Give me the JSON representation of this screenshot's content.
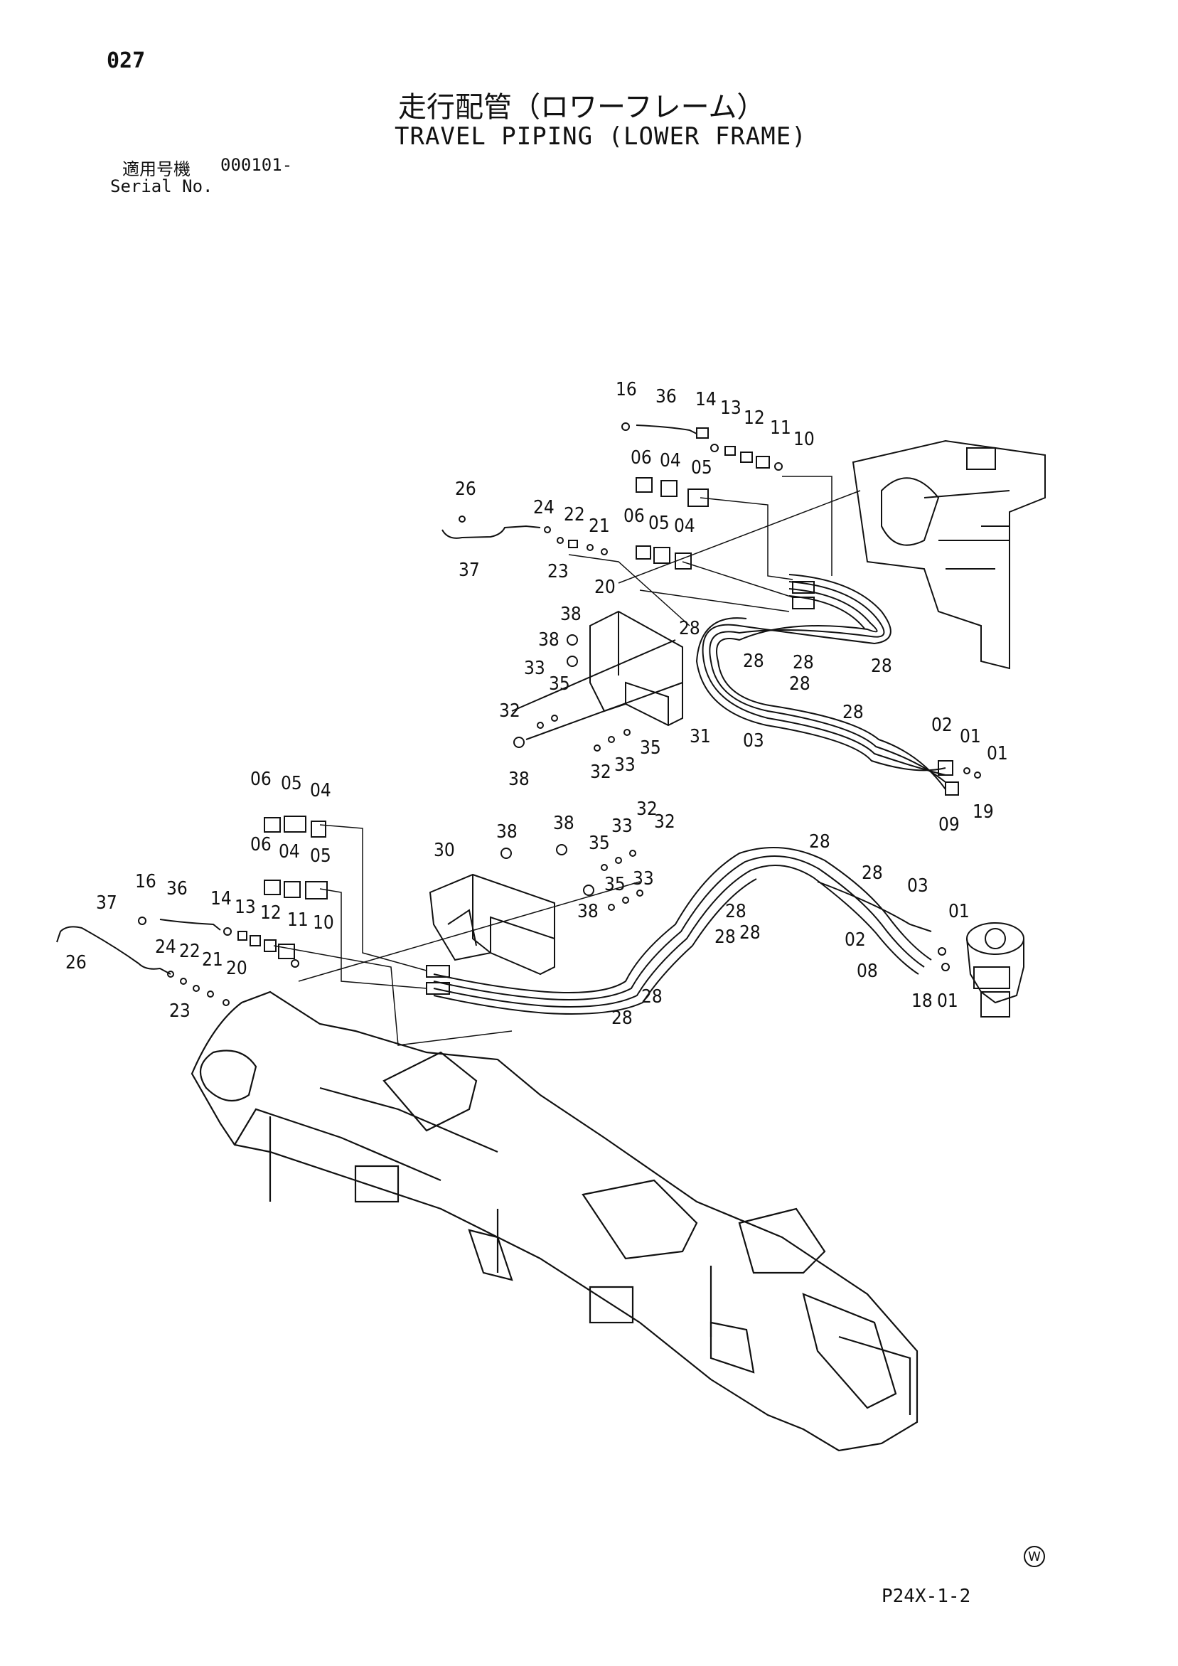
{
  "header": {
    "page_number": "027",
    "title_jp": "走行配管（ロワーフレーム）",
    "title_en": "TRAVEL PIPING (LOWER FRAME)",
    "serial_label_jp": "適用号機",
    "serial_value": "000101-",
    "serial_label_en": "Serial No."
  },
  "footer": {
    "mark": "W",
    "code": "P24X-1-2"
  },
  "callouts_upper": [
    "16",
    "36",
    "14",
    "13",
    "12",
    "11",
    "10",
    "06",
    "04",
    "05",
    "26",
    "24",
    "22",
    "21",
    "37",
    "23",
    "06",
    "05",
    "04",
    "20",
    "38",
    "38",
    "28",
    "28",
    "28",
    "28",
    "33",
    "35",
    "28",
    "28",
    "32",
    "31",
    "03",
    "02",
    "01",
    "01",
    "38",
    "32",
    "33",
    "35",
    "19",
    "09"
  ],
  "callouts_lower": [
    "06",
    "05",
    "04",
    "06",
    "04",
    "05",
    "38",
    "38",
    "32",
    "30",
    "35",
    "33",
    "32",
    "35",
    "33",
    "28",
    "28",
    "03",
    "16",
    "36",
    "14",
    "13",
    "12",
    "11",
    "10",
    "37",
    "38",
    "28",
    "28",
    "02",
    "01",
    "24",
    "22",
    "21",
    "20",
    "28",
    "26",
    "08",
    "23",
    "28",
    "28",
    "18",
    "01"
  ]
}
